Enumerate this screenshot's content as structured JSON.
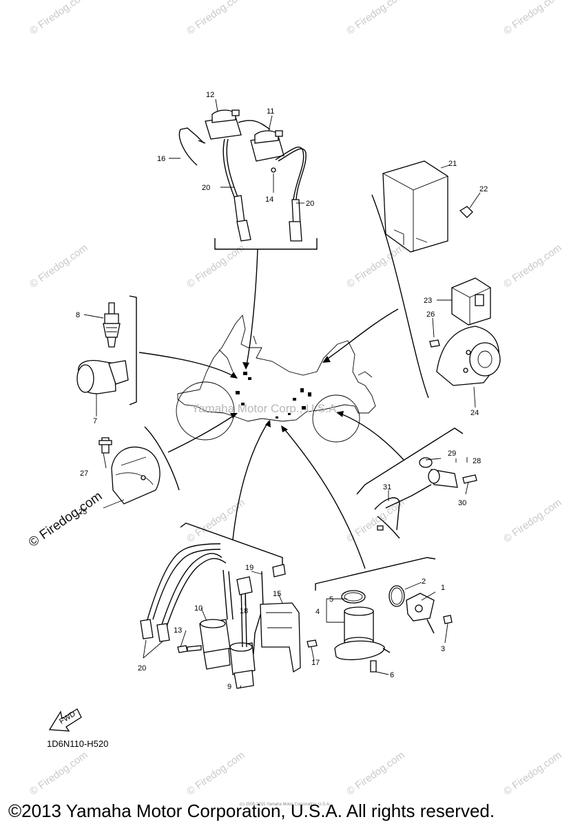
{
  "watermark": "© Firedog.com",
  "center_watermark": "Yamaha Motor Corp., U.S.A.",
  "small_notice": "(c) 2005-2015 Yamaha Motor Corporation, U.S.A.",
  "diagram_code": "1D6N110-H520",
  "fwd_label": "FWD",
  "copyright": "©2013 Yamaha Motor Corporation, U.S.A. All rights reserved.",
  "callouts": {
    "c1": "1",
    "c2": "2",
    "c3": "3",
    "c4": "4",
    "c5": "5",
    "c6": "6",
    "c7": "7",
    "c8": "8",
    "c9": "9",
    "c10": "10",
    "c11": "11",
    "c12": "12",
    "c13": "13",
    "c14": "14",
    "c15": "15",
    "c16": "16",
    "c17": "17",
    "c18": "18",
    "c19": "19",
    "c20a": "20",
    "c20b": "20",
    "c20c": "20",
    "c21": "21",
    "c22": "22",
    "c23": "23",
    "c24": "24",
    "c25": "25",
    "c26": "26",
    "c27": "27",
    "c28": "28",
    "c29": "29",
    "c30": "30",
    "c31": "31"
  }
}
